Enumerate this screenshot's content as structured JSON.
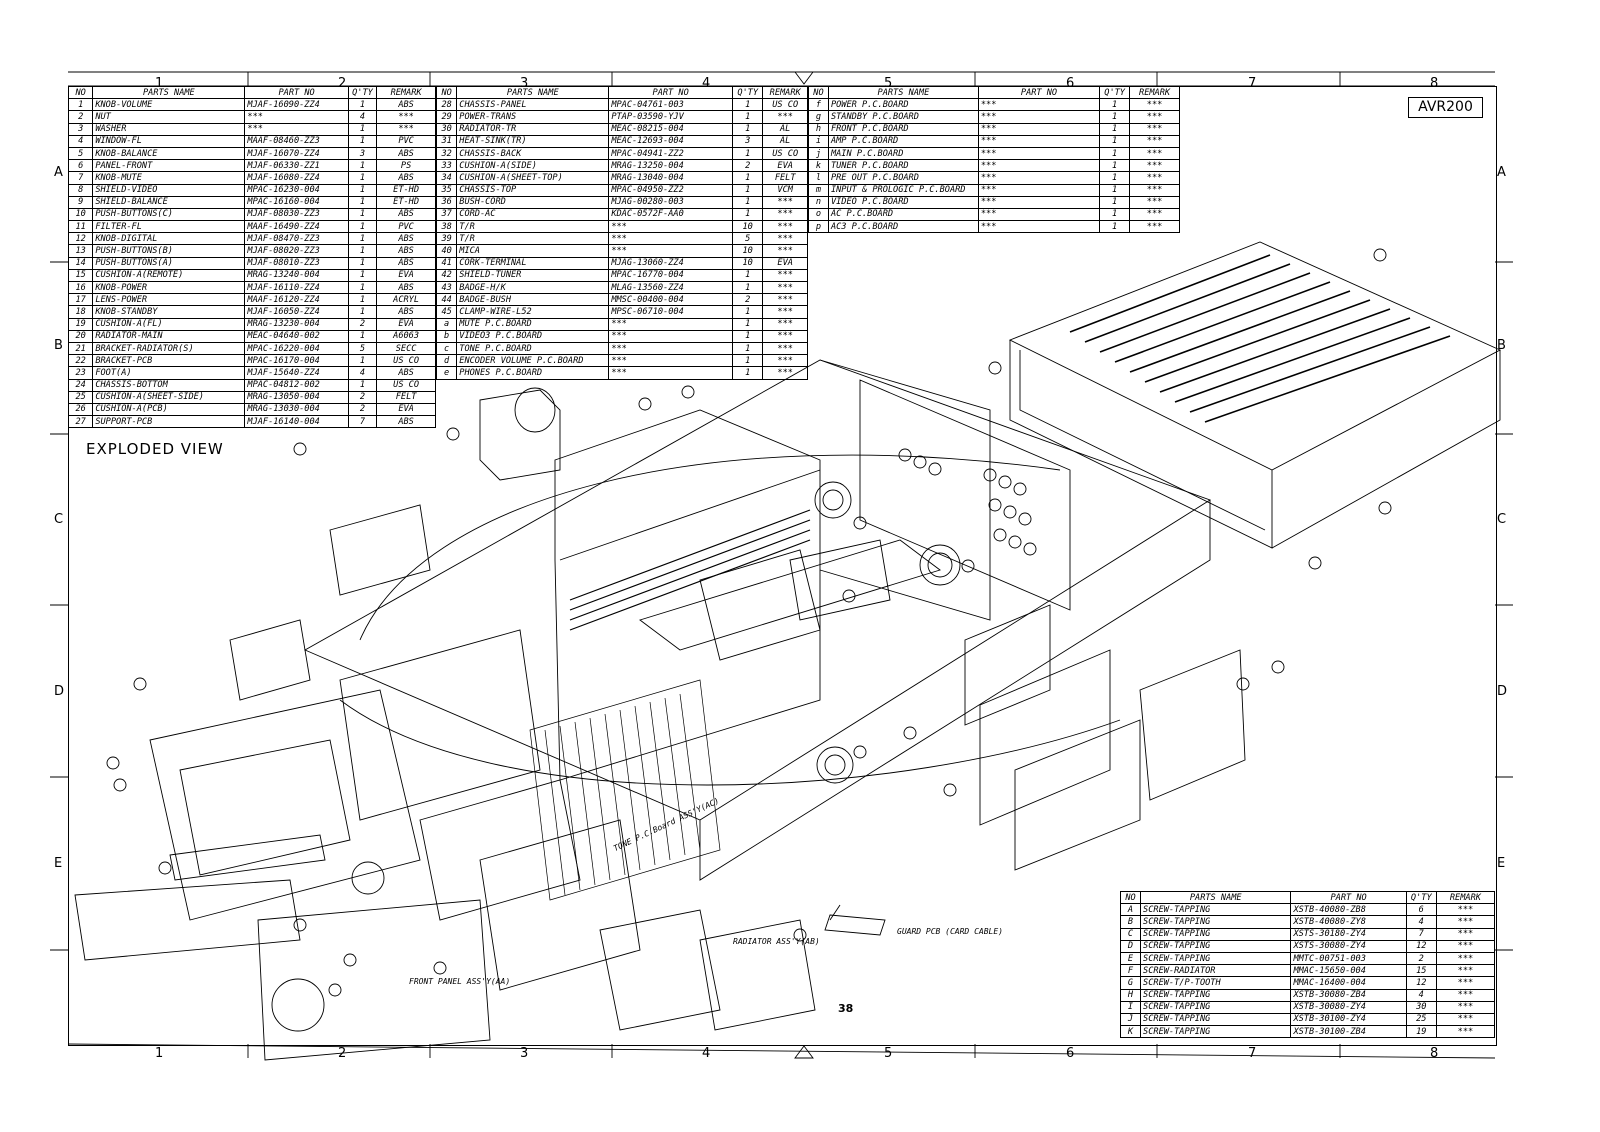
{
  "title_block": {
    "model": "AVR200"
  },
  "drawing": {
    "title": "EXPLODED VIEW",
    "page_number": "38",
    "labels": {
      "front_panel": "FRONT PANEL ASS'Y(AA)",
      "tone_board": "TONE P.C.Board ASS'Y(AC)",
      "radiator": "RADIATOR ASS'Y(AB)",
      "guard_pcb": "GUARD PCB (CARD CABLE)"
    }
  },
  "rulers": {
    "columns": [
      "1",
      "2",
      "3",
      "4",
      "5",
      "6",
      "7",
      "8"
    ],
    "rows": [
      "A",
      "B",
      "C",
      "D",
      "E"
    ]
  },
  "headers": {
    "no": "NO",
    "parts_name": "PARTS NAME",
    "part_no": "PART NO",
    "qty": "Q'TY",
    "remark": "REMARK"
  },
  "table1": [
    [
      "1",
      "KNOB-VOLUME",
      "MJAF-16090-ZZ4",
      "1",
      "ABS"
    ],
    [
      "2",
      "NUT",
      "***",
      "4",
      "***"
    ],
    [
      "3",
      "WASHER",
      "***",
      "1",
      "***"
    ],
    [
      "4",
      "WINDOW-FL",
      "MAAF-08460-ZZ3",
      "1",
      "PVC"
    ],
    [
      "5",
      "KNOB-BALANCE",
      "MJAF-16070-ZZ4",
      "3",
      "ABS"
    ],
    [
      "6",
      "PANEL-FRONT",
      "MJAF-06330-ZZ1",
      "1",
      "PS"
    ],
    [
      "7",
      "KNOB-MUTE",
      "MJAF-16080-ZZ4",
      "1",
      "ABS"
    ],
    [
      "8",
      "SHIELD-VIDEO",
      "MPAC-16230-004",
      "1",
      "ET-HD"
    ],
    [
      "9",
      "SHIELD-BALANCE",
      "MPAC-16160-004",
      "1",
      "ET-HD"
    ],
    [
      "10",
      "PUSH-BUTTONS(C)",
      "MJAF-08030-ZZ3",
      "1",
      "ABS"
    ],
    [
      "11",
      "FILTER-FL",
      "MAAF-16490-ZZ4",
      "1",
      "PVC"
    ],
    [
      "12",
      "KNOB-DIGITAL",
      "MJAF-08470-ZZ3",
      "1",
      "ABS"
    ],
    [
      "13",
      "PUSH-BUTTONS(B)",
      "MJAF-08020-ZZ3",
      "1",
      "ABS"
    ],
    [
      "14",
      "PUSH-BUTTONS(A)",
      "MJAF-08010-ZZ3",
      "1",
      "ABS"
    ],
    [
      "15",
      "CUSHION-A(REMOTE)",
      "MRAG-13240-004",
      "1",
      "EVA"
    ],
    [
      "16",
      "KNOB-POWER",
      "MJAF-16110-ZZ4",
      "1",
      "ABS"
    ],
    [
      "17",
      "LENS-POWER",
      "MAAF-16120-ZZ4",
      "1",
      "ACRYL"
    ],
    [
      "18",
      "KNOB-STANDBY",
      "MJAF-16050-ZZ4",
      "1",
      "ABS"
    ],
    [
      "19",
      "CUSHION-A(FL)",
      "MRAG-13230-004",
      "2",
      "EVA"
    ],
    [
      "20",
      "RADIATOR-MAIN",
      "MEAC-04640-002",
      "1",
      "A6063"
    ],
    [
      "21",
      "BRACKET-RADIATOR(S)",
      "MPAC-16220-004",
      "5",
      "SECC"
    ],
    [
      "22",
      "BRACKET-PCB",
      "MPAC-16170-004",
      "1",
      "US CO"
    ],
    [
      "23",
      "FOOT(A)",
      "MJAF-15640-ZZ4",
      "4",
      "ABS"
    ],
    [
      "24",
      "CHASSIS-BOTTOM",
      "MPAC-04812-002",
      "1",
      "US CO"
    ],
    [
      "25",
      "CUSHION-A(SHEET-SIDE)",
      "MRAG-13050-004",
      "2",
      "FELT"
    ],
    [
      "26",
      "CUSHION-A(PCB)",
      "MRAG-13030-004",
      "2",
      "EVA"
    ],
    [
      "27",
      "SUPPORT-PCB",
      "MJAF-16140-004",
      "7",
      "ABS"
    ]
  ],
  "table2": [
    [
      "28",
      "CHASSIS-PANEL",
      "MPAC-04761-003",
      "1",
      "US CO"
    ],
    [
      "29",
      "POWER-TRANS",
      "PTAP-03590-YJV",
      "1",
      "***"
    ],
    [
      "30",
      "RADIATOR-TR",
      "MEAC-08215-004",
      "1",
      "AL"
    ],
    [
      "31",
      "HEAT-SINK(TR)",
      "MEAC-12693-004",
      "3",
      "AL"
    ],
    [
      "32",
      "CHASSIS-BACK",
      "MPAC-04941-ZZ2",
      "1",
      "US CO"
    ],
    [
      "33",
      "CUSHION-A(SIDE)",
      "MRAG-13250-004",
      "2",
      "EVA"
    ],
    [
      "34",
      "CUSHION-A(SHEET-TOP)",
      "MRAG-13040-004",
      "1",
      "FELT"
    ],
    [
      "35",
      "CHASSIS-TOP",
      "MPAC-04950-ZZ2",
      "1",
      "VCM"
    ],
    [
      "36",
      "BUSH-CORD",
      "MJAG-00280-003",
      "1",
      "***"
    ],
    [
      "37",
      "CORD-AC",
      "KDAC-0572F-AA0",
      "1",
      "***"
    ],
    [
      "38",
      "T/R",
      "***",
      "10",
      "***"
    ],
    [
      "39",
      "T/R",
      "***",
      "5",
      "***"
    ],
    [
      "40",
      "MICA",
      "***",
      "10",
      "***"
    ],
    [
      "41",
      "CORK-TERMINAL",
      "MJAG-13060-ZZ4",
      "10",
      "EVA"
    ],
    [
      "42",
      "SHIELD-TUNER",
      "MPAC-16770-004",
      "1",
      "***"
    ],
    [
      "43",
      "BADGE-H/K",
      "MLAG-13560-ZZ4",
      "1",
      "***"
    ],
    [
      "44",
      "BADGE-BUSH",
      "MMSC-00400-004",
      "2",
      "***"
    ],
    [
      "45",
      "CLAMP-WIRE-L52",
      "MPSC-06710-004",
      "1",
      "***"
    ],
    [
      "a",
      "MUTE P.C.BOARD",
      "***",
      "1",
      "***"
    ],
    [
      "b",
      "VIDEO3 P.C.BOARD",
      "***",
      "1",
      "***"
    ],
    [
      "c",
      "TONE P.C.BOARD",
      "***",
      "1",
      "***"
    ],
    [
      "d",
      "ENCODER VOLUME P.C.BOARD",
      "***",
      "1",
      "***"
    ],
    [
      "e",
      "PHONES P.C.BOARD",
      "***",
      "1",
      "***"
    ]
  ],
  "table3": [
    [
      "f",
      "POWER P.C.BOARD",
      "***",
      "1",
      "***"
    ],
    [
      "g",
      "STANDBY P.C.BOARD",
      "***",
      "1",
      "***"
    ],
    [
      "h",
      "FRONT P.C.BOARD",
      "***",
      "1",
      "***"
    ],
    [
      "i",
      "AMP P.C.BOARD",
      "***",
      "1",
      "***"
    ],
    [
      "j",
      "MAIN P.C.BOARD",
      "***",
      "1",
      "***"
    ],
    [
      "k",
      "TUNER P.C.BOARD",
      "***",
      "1",
      "***"
    ],
    [
      "l",
      "PRE OUT P.C.BOARD",
      "***",
      "1",
      "***"
    ],
    [
      "m",
      "INPUT & PROLOGIC P.C.BOARD",
      "***",
      "1",
      "***"
    ],
    [
      "n",
      "VIDEO P.C.BOARD",
      "***",
      "1",
      "***"
    ],
    [
      "o",
      "AC P.C.BOARD",
      "***",
      "1",
      "***"
    ],
    [
      "p",
      "AC3 P.C.BOARD",
      "***",
      "1",
      "***"
    ]
  ],
  "table4": [
    [
      "A",
      "SCREW-TAPPING",
      "XSTB-40080-ZB8",
      "6",
      "***"
    ],
    [
      "B",
      "SCREW-TAPPING",
      "XSTB-40080-ZY8",
      "4",
      "***"
    ],
    [
      "C",
      "SCREW-TAPPING",
      "XSTS-30180-ZY4",
      "7",
      "***"
    ],
    [
      "D",
      "SCREW-TAPPING",
      "XSTS-30080-ZY4",
      "12",
      "***"
    ],
    [
      "E",
      "SCREW-TAPPING",
      "MMTC-00751-003",
      "2",
      "***"
    ],
    [
      "F",
      "SCREW-RADIATOR",
      "MMAC-15650-004",
      "15",
      "***"
    ],
    [
      "G",
      "SCREW-T/P-TOOTH",
      "MMAC-16400-004",
      "12",
      "***"
    ],
    [
      "H",
      "SCREW-TAPPING",
      "XSTB-30080-ZB4",
      "4",
      "***"
    ],
    [
      "I",
      "SCREW-TAPPING",
      "XSTB-30080-ZY4",
      "30",
      "***"
    ],
    [
      "J",
      "SCREW-TAPPING",
      "XSTB-30100-ZY4",
      "25",
      "***"
    ],
    [
      "K",
      "SCREW-TAPPING",
      "XSTB-30100-ZB4",
      "19",
      "***"
    ]
  ]
}
